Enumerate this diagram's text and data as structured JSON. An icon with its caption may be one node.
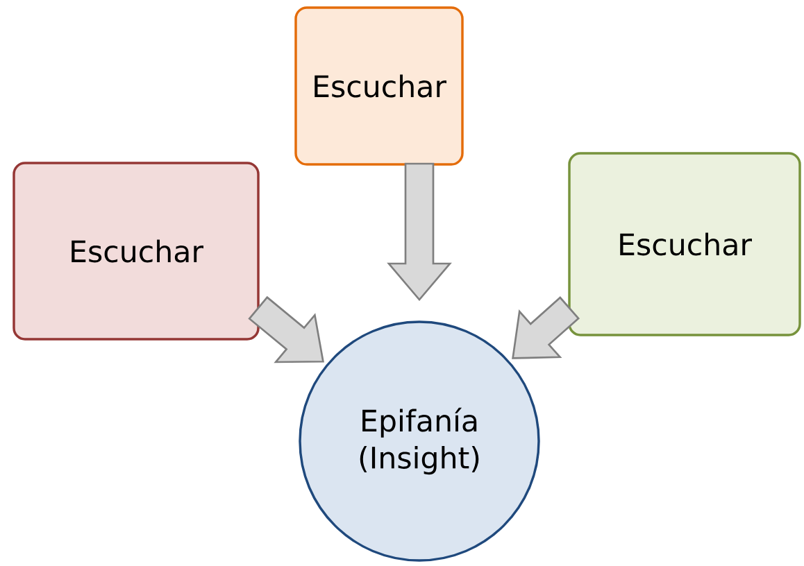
{
  "diagram": {
    "nodes": [
      {
        "text": [
          "Escuchar"
        ]
      },
      {
        "text": [
          "Escuchar"
        ]
      },
      {
        "text": [
          "Escuchar"
        ]
      },
      {
        "text": [
          "Epifanía (Insight)"
        ]
      }
    ],
    "edges": [
      {
        "from": 1,
        "to": 3,
        "arrow": "to"
      },
      {
        "from": 0,
        "to": 3,
        "arrow": "to"
      },
      {
        "from": 2,
        "to": 3,
        "arrow": "to"
      }
    ]
  }
}
